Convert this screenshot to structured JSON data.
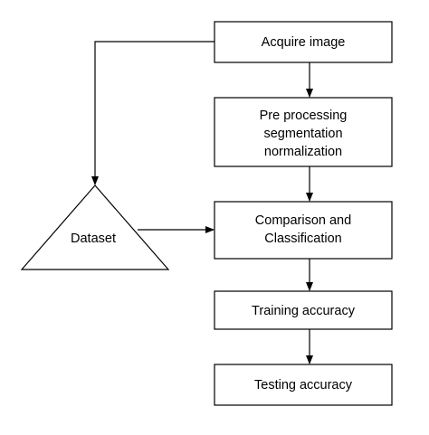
{
  "nodes": {
    "acquire": {
      "label": "Acquire image"
    },
    "preprocess": {
      "lines": [
        "Pre processing",
        "segmentation",
        "normalization"
      ]
    },
    "comparison": {
      "lines": [
        "Comparison and",
        "Classification"
      ]
    },
    "training": {
      "label": "Training accuracy"
    },
    "testing": {
      "label": "Testing accuracy"
    },
    "dataset": {
      "label": "Dataset"
    }
  },
  "colors": {
    "stroke": "#000000",
    "background": "#ffffff",
    "text": "#000000"
  }
}
